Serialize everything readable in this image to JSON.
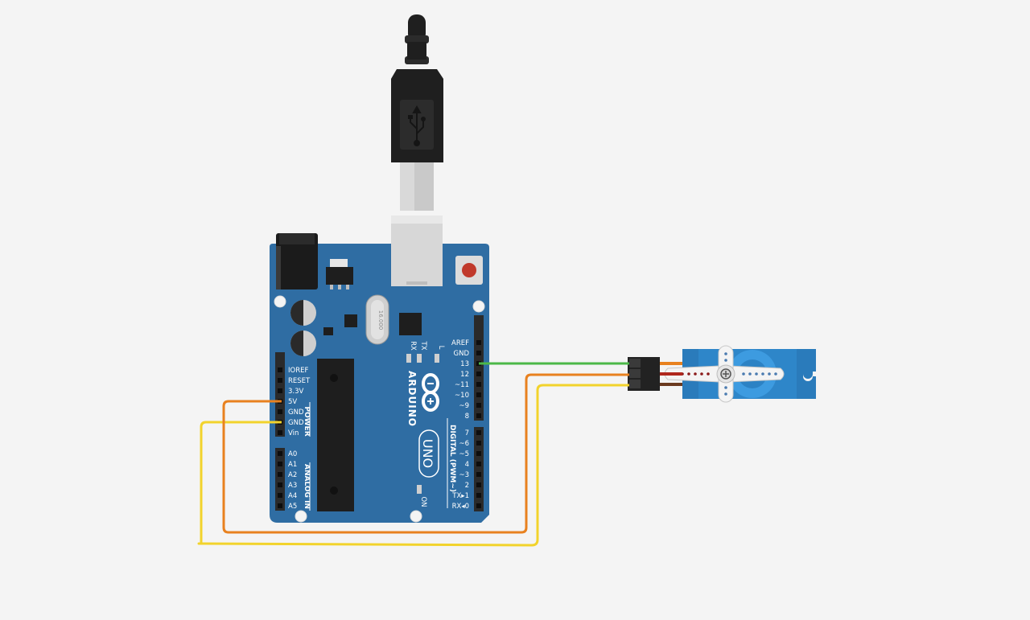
{
  "board": {
    "brand": "ARDUINO",
    "model": "UNO",
    "colors": {
      "pcb": "#2f6da3",
      "pcb_dark": "#255a88",
      "header": "#2a2a2a",
      "chip": "#1e1e1e"
    },
    "power_header": {
      "title": "POWER",
      "pins": [
        "IOREF",
        "RESET",
        "3.3V",
        "5V",
        "GND",
        "GND",
        "Vin"
      ]
    },
    "analog_header": {
      "title": "ANALOG IN",
      "pins": [
        "A0",
        "A1",
        "A2",
        "A3",
        "A4",
        "A5"
      ]
    },
    "digital_header_top": {
      "pins": [
        "AREF",
        "GND",
        "13",
        "12",
        "~11",
        "~10",
        "~9",
        "8"
      ]
    },
    "digital_header_bottom": {
      "title": "DIGITAL (PWM~)",
      "pins": [
        "7",
        "~6",
        "~5",
        "4",
        "~3",
        "2",
        "TX▸1",
        "RX◂0"
      ]
    },
    "leds": {
      "rx": "RX",
      "tx": "TX",
      "l": "L",
      "on": "ON"
    },
    "crystal_text": "16.000"
  },
  "wires": {
    "signal": {
      "color": "#4cb848",
      "from": "13",
      "to": "servo-signal"
    },
    "power": {
      "color": "#e8811f",
      "from": "5V",
      "to": "servo-power"
    },
    "ground": {
      "color": "#f2d32c",
      "from": "GND",
      "to": "servo-ground"
    }
  },
  "servo": {
    "colors": {
      "body": "#2e86c9",
      "gear": "#3d9be0",
      "horn": "#f4f4f4",
      "connector": "#222222"
    }
  },
  "usb": {
    "colors": {
      "plug": "#1f1f1f",
      "metal": "#d9d9d9"
    }
  }
}
